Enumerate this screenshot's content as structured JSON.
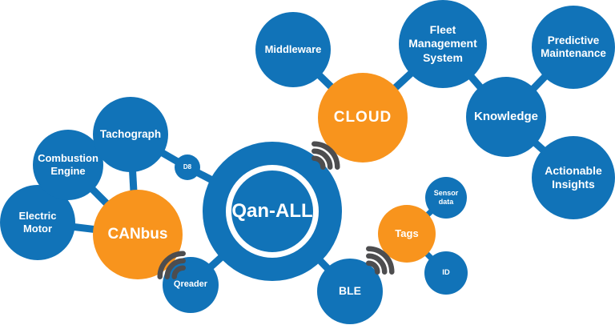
{
  "diagram": {
    "background": "#FFFFFF",
    "colors": {
      "node_blue": "#1173B8",
      "node_orange": "#F8941D",
      "connector_blue": "#1173B8",
      "signal_gray": "#4D4D4F",
      "label_text": "#FFFFFF"
    },
    "nodes": {
      "qan_all": {
        "label": "Qan-ALL",
        "color": "blue"
      },
      "canbus": {
        "label": "CANbus",
        "color": "orange"
      },
      "electric_motor": {
        "label": "Electric Motor",
        "color": "blue"
      },
      "combustion_engine": {
        "label": "Combustion Engine",
        "color": "blue"
      },
      "tachograph": {
        "label": "Tachograph",
        "color": "blue"
      },
      "d8": {
        "label": "D8",
        "color": "blue"
      },
      "qreader": {
        "label": "Qreader",
        "color": "blue"
      },
      "middleware": {
        "label": "Middleware",
        "color": "blue"
      },
      "cloud": {
        "label": "CLOUD",
        "color": "orange"
      },
      "fleet_management_system": {
        "label": "Fleet Management System",
        "color": "blue"
      },
      "predictive_maintenance": {
        "label": "Predictive Maintenance",
        "color": "blue"
      },
      "knowledge": {
        "label": "Knowledge",
        "color": "blue"
      },
      "actionable_insights": {
        "label": "Actionable Insights",
        "color": "blue"
      },
      "ble": {
        "label": "BLE",
        "color": "blue"
      },
      "tags": {
        "label": "Tags",
        "color": "orange"
      },
      "sensor_data": {
        "label": "Sensor data",
        "color": "blue"
      },
      "id": {
        "label": "ID",
        "color": "blue"
      }
    },
    "edges": [
      [
        "electric_motor",
        "canbus"
      ],
      [
        "combustion_engine",
        "canbus"
      ],
      [
        "tachograph",
        "canbus"
      ],
      [
        "tachograph",
        "d8"
      ],
      [
        "d8",
        "qan_all"
      ],
      [
        "qreader",
        "qan_all"
      ],
      [
        "ble",
        "qan_all"
      ],
      [
        "middleware",
        "cloud"
      ],
      [
        "cloud",
        "fleet_management_system"
      ],
      [
        "fleet_management_system",
        "knowledge"
      ],
      [
        "knowledge",
        "predictive_maintenance"
      ],
      [
        "knowledge",
        "actionable_insights"
      ],
      [
        "tags",
        "sensor_data"
      ],
      [
        "tags",
        "id"
      ]
    ],
    "wireless_links": [
      [
        "qreader",
        "canbus"
      ],
      [
        "qan_all",
        "cloud"
      ],
      [
        "ble",
        "tags"
      ]
    ],
    "icons": [
      "wifi-signal-icon",
      "wifi-signal-icon",
      "wifi-signal-icon"
    ]
  }
}
